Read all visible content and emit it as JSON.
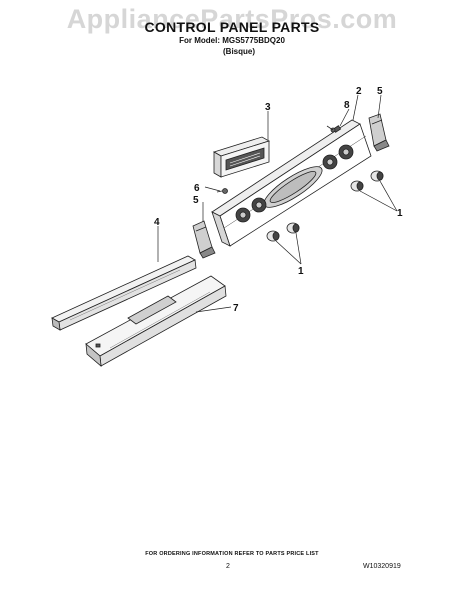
{
  "watermark": "AppliancePartsPros.com",
  "header": {
    "title": "CONTROL PANEL PARTS",
    "model_line": "For Model: MGS5775BDQ20",
    "variant": "(Bisque)"
  },
  "callouts": {
    "c1a": "1",
    "c1b": "1",
    "c2": "2",
    "c3": "3",
    "c4": "4",
    "c5a": "5",
    "c5b": "5",
    "c6": "6",
    "c7": "7",
    "c8": "8"
  },
  "footer": {
    "note": "FOR ORDERING INFORMATION REFER TO PARTS PRICE LIST",
    "page": "2",
    "doc_number": "W10320919"
  }
}
